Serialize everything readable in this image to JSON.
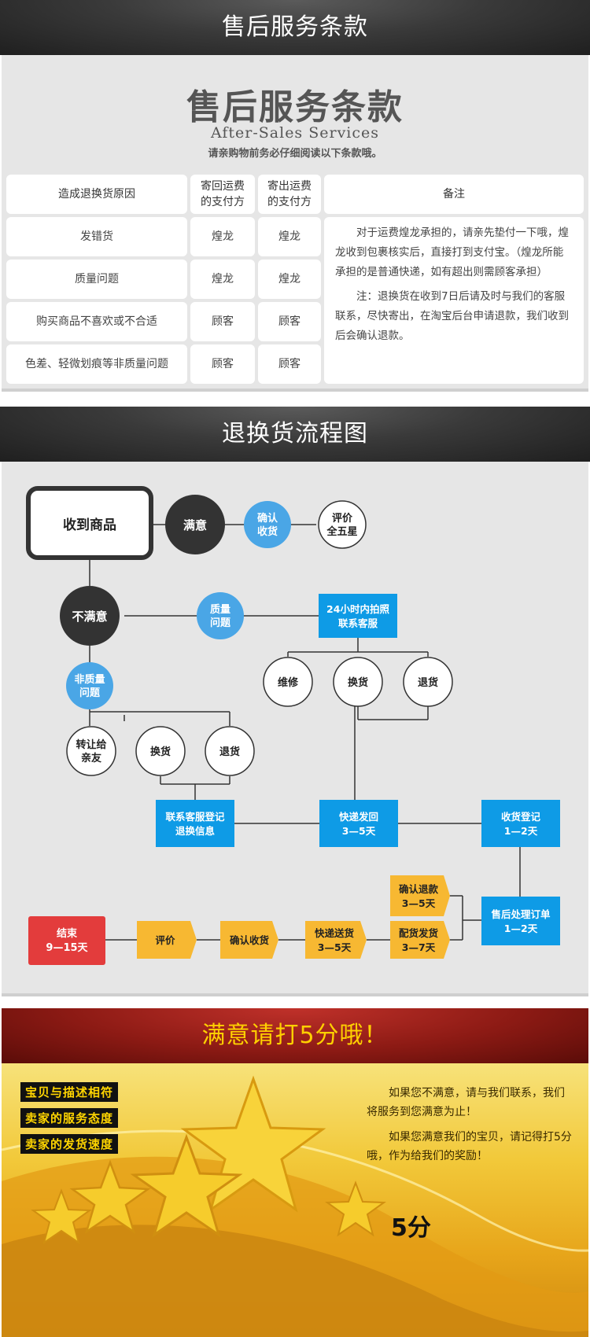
{
  "banner1": {
    "title": "售后服务条款"
  },
  "terms": {
    "title_cn": "售后服务条款",
    "title_en": "After-Sales Services",
    "tip": "请亲购物前务必仔细阅读以下条款哦。",
    "headers": {
      "reason": "造成退换货原因",
      "return_fee_line1": "寄回运费",
      "return_fee_line2": "的支付方",
      "send_fee_line1": "寄出运费",
      "send_fee_line2": "的支付方",
      "note": "备注"
    },
    "rows": [
      {
        "reason": "发错货",
        "return_payer": "煌龙",
        "send_payer": "煌龙"
      },
      {
        "reason": "质量问题",
        "return_payer": "煌龙",
        "send_payer": "煌龙"
      },
      {
        "reason": "购买商品不喜欢或不合适",
        "return_payer": "顾客",
        "send_payer": "顾客"
      },
      {
        "reason": "色差、轻微划痕等非质量问题",
        "return_payer": "顾客",
        "send_payer": "顾客"
      }
    ],
    "note_p1": "对于运费煌龙承担的，请亲先垫付一下哦，煌龙收到包裹核实后，直接打到支付宝。（煌龙所能承担的是普通快递，如有超出则需顾客承担）",
    "note_p2": "注：退换货在收到7日后请及时与我们的客服联系，尽快寄出，在淘宝后台申请退款，我们收到后会确认退款。"
  },
  "banner2": {
    "title": "退换货流程图"
  },
  "flow": {
    "receive": "收到商品",
    "satisfied": "满意",
    "confirm_receipt_l1": "确认",
    "confirm_receipt_l2": "收货",
    "rate_five_l1": "评价",
    "rate_five_l2": "全五星",
    "unsatisfied": "不满意",
    "quality_l1": "质量",
    "quality_l2": "问题",
    "photo_l1": "24小时内拍照",
    "photo_l2": "联系客服",
    "repair": "维修",
    "exchange_a": "换货",
    "refund_a": "退货",
    "nonquality_l1": "非质量",
    "nonquality_l2": "问题",
    "transfer_l1": "转让给",
    "transfer_l2": "亲友",
    "exchange_b": "换货",
    "refund_b": "退货",
    "register_l1": "联系客服登记",
    "register_l2": "退换信息",
    "express_back_l1": "快递发回",
    "express_back_l2": "3—5天",
    "recv_register_l1": "收货登记",
    "recv_register_l2": "1—2天",
    "aftersale_l1": "售后处理订单",
    "aftersale_l2": "1—2天",
    "confirm_refund_l1": "确认退款",
    "confirm_refund_l2": "3—5天",
    "ship_l1": "配货发货",
    "ship_l2": "3—7天",
    "express_send_l1": "快递送货",
    "express_send_l2": "3—5天",
    "confirm_goods": "确认收货",
    "evaluate": "评价",
    "end_l1": "结束",
    "end_l2": "9—15天",
    "colors": {
      "dark": "#333333",
      "blue": "#0e9be6",
      "light_blue": "#4aa6e6",
      "yellow": "#f7b832",
      "red": "#e33c3c"
    }
  },
  "satisfaction": {
    "title": "满意请打5分哦！",
    "tags": [
      "宝贝与描述相符",
      "卖家的服务态度",
      "卖家的发货速度"
    ],
    "p1": "如果您不满意，请与我们联系，我们将服务到您满意为止！",
    "p2": "如果您满意我们的宝贝，请记得打5分哦，作为给我们的奖励！",
    "score": "5分"
  }
}
